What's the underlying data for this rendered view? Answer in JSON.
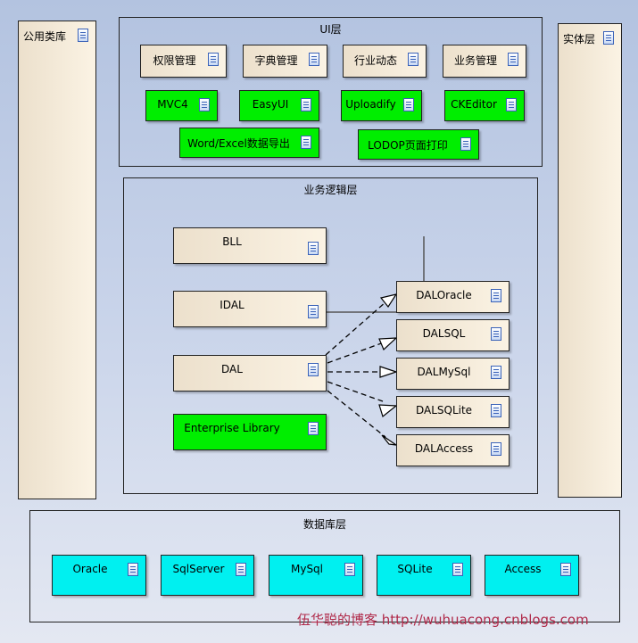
{
  "common_lib": {
    "label": "公用类库"
  },
  "entity_layer": {
    "label": "实体层"
  },
  "ui_layer": {
    "title": "UI层",
    "modules": [
      "权限管理",
      "字典管理",
      "行业动态",
      "业务管理"
    ],
    "libs": [
      "MVC4",
      "EasyUI",
      "Uploadify",
      "CKEditor"
    ],
    "tools": [
      "Word/Excel数据导出",
      "LODOP页面打印"
    ]
  },
  "logic_layer": {
    "title": "业务逻辑层",
    "left": [
      "BLL",
      "IDAL",
      "DAL",
      "Enterprise Library"
    ],
    "dal_impls": [
      "DALOracle",
      "DALSQL",
      "DALMySql",
      "DALSQLite",
      "DALAccess"
    ]
  },
  "db_layer": {
    "title": "数据库层",
    "dbs": [
      "Oracle",
      "SqlServer",
      "MySql",
      "SQLite",
      "Access"
    ]
  },
  "watermark": "伍华聪的博客 http://wuhuacong.cnblogs.com",
  "colors": {
    "component": "#f5ecdc",
    "library": "#00ee00",
    "database": "#00f0f0",
    "watermark": "#b02a4a"
  }
}
